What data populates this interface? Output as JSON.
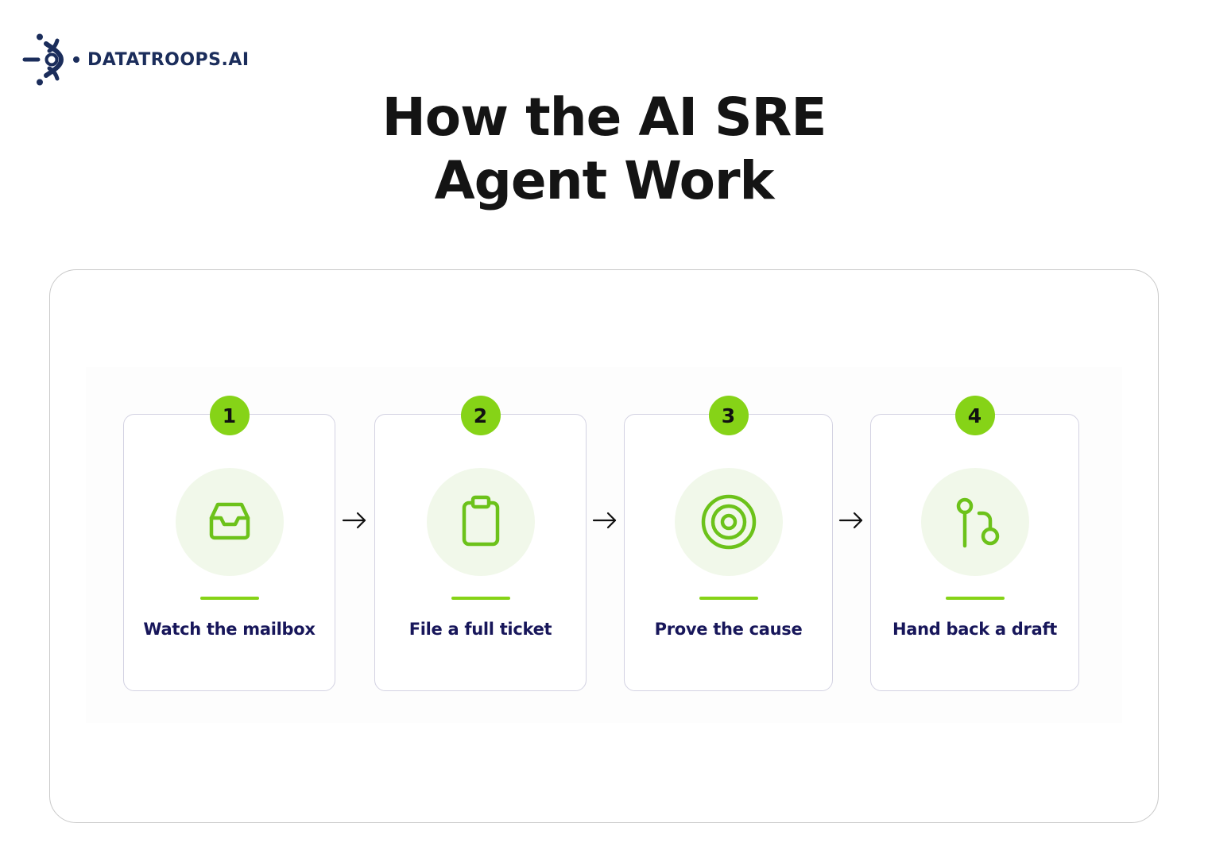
{
  "brand": {
    "name": "DATATROOPS.AI",
    "logo_icon": "datatroops-logo-icon"
  },
  "title": {
    "line1": "How the AI SRE",
    "line2": "Agent Work"
  },
  "colors": {
    "accent": "#86d317",
    "icon_stroke": "#6cc21a",
    "icon_bg": "#f1f8ea",
    "label_text": "#17165a",
    "brand_text": "#1b2d5b",
    "title_text": "#141414"
  },
  "steps": [
    {
      "number": "1",
      "label": "Watch the mailbox",
      "icon": "inbox-tray-icon"
    },
    {
      "number": "2",
      "label": "File a full ticket",
      "icon": "clipboard-icon"
    },
    {
      "number": "3",
      "label": "Prove the cause",
      "icon": "target-icon"
    },
    {
      "number": "4",
      "label": "Hand back a draft",
      "icon": "git-pull-request-icon"
    }
  ],
  "connector_icon": "arrow-right-icon"
}
